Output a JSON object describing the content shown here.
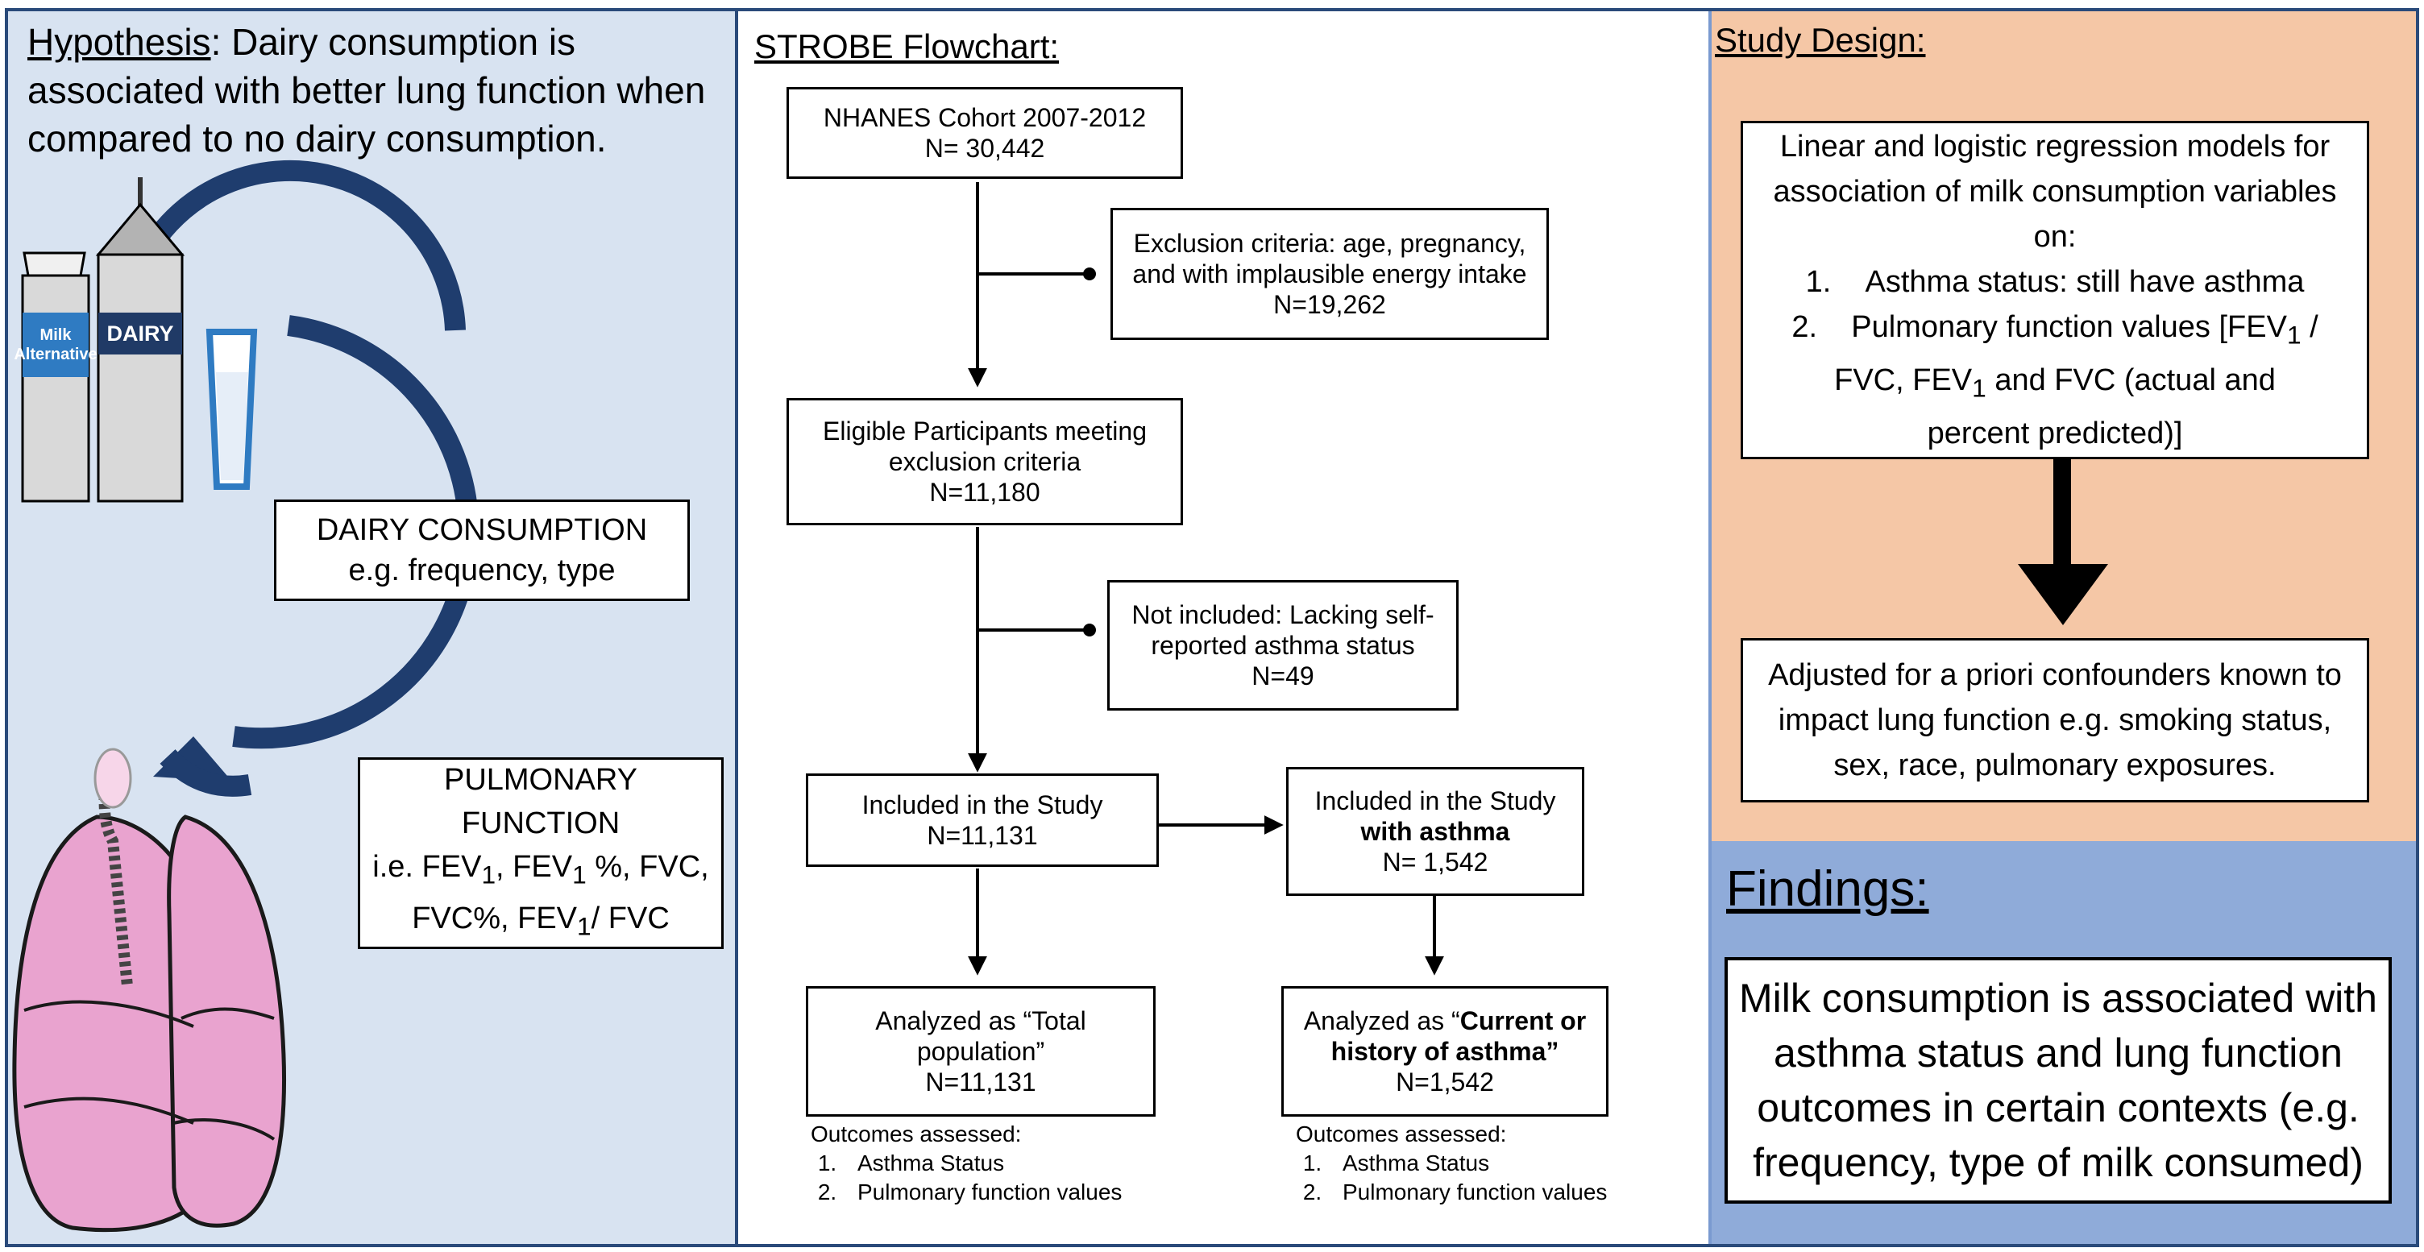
{
  "hypothesis": {
    "label": "Hypothesis",
    "text": ": Dairy consumption is associated with better lung function when compared to no dairy consumption."
  },
  "illustration": {
    "milk_alt_label_line1": "Milk",
    "milk_alt_label_line2": "Alternative",
    "dairy_label": "DAIRY",
    "dairy_consumption_line1": "DAIRY CONSUMPTION",
    "dairy_consumption_line2": "e.g. frequency, type",
    "pulmonary_line1": "PULMONARY",
    "pulmonary_line2": "FUNCTION",
    "pulmonary_line3_a": "i.e. FEV",
    "pulmonary_line3_b": ", FEV",
    "pulmonary_line3_c": " %, FVC,",
    "pulmonary_line4_a": "FVC%, FEV",
    "pulmonary_line4_b": "/ FVC",
    "subscript_1": "1"
  },
  "strobe": {
    "title": "STROBE Flowchart:",
    "cohort_line1": "NHANES Cohort 2007-2012",
    "cohort_line2": "N= 30,442",
    "excl_line1": "Exclusion criteria: age, pregnancy,",
    "excl_line2": "and with implausible energy intake",
    "excl_line3": "N=19,262",
    "eligible_line1": "Eligible Participants meeting",
    "eligible_line2": "exclusion criteria",
    "eligible_line3": "N=11,180",
    "notincl_line1": "Not included: Lacking self-",
    "notincl_line2": "reported asthma status",
    "notincl_line3": "N=49",
    "included_line1": "Included in the Study",
    "included_line2": "N=11,131",
    "included_asthma_line1": "Included in the Study",
    "included_asthma_line2": "with asthma",
    "included_asthma_line3": "N= 1,542",
    "total_line1": "Analyzed as “Total",
    "total_line2": "population”",
    "total_line3": "N=11,131",
    "current_line1_a": "Analyzed as “",
    "current_line1_b": "Current or",
    "current_line2": "history of asthma”",
    "current_line3": "N=1,542",
    "outcomes_heading": "Outcomes assessed:",
    "outcomes": [
      "Asthma Status",
      "Pulmonary function values"
    ]
  },
  "design": {
    "title": "Study Design:",
    "model_line1": "Linear and logistic regression models for",
    "model_line2": "association of milk consumption variables",
    "model_line3": "on:",
    "item1_num": "1.",
    "item1_text": "Asthma status: still have asthma",
    "item2_num": "2.",
    "item2_a": "Pulmonary function values [FEV",
    "item2_b": " /",
    "item2_c": "FVC, FEV",
    "item2_d": " and FVC (actual and",
    "item2_e": "percent predicted)]",
    "adjusted_line1": "Adjusted for a priori confounders known to",
    "adjusted_line2": "impact lung function e.g. smoking status,",
    "adjusted_line3": "sex, race, pulmonary exposures."
  },
  "findings": {
    "title": "Findings:",
    "line1": "Milk consumption is associated with",
    "line2": "asthma status and lung function",
    "line3": "outcomes in certain contexts (e.g.",
    "line4": "frequency, type of milk consumed)"
  },
  "colors": {
    "border": "#2a4a7a",
    "left_panel": "#d8e3f1",
    "design_panel": "#f5c7a6",
    "findings_panel": "#8fabd9",
    "cycle_arrow": "#1f3d6e",
    "lung_pink": "#e9a3cf",
    "milk_blue": "#2f7bc2",
    "dairy_navy": "#203a66"
  }
}
